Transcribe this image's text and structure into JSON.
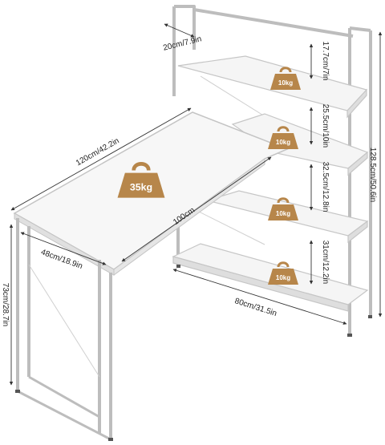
{
  "dimensions": {
    "shelf_depth": "20cm/7.9in",
    "gap_top": "17.7cm/7in",
    "gap_second": "25.5cm/10in",
    "gap_third": "32.5cm/12.8in",
    "gap_bottom": "31cm/12.2in",
    "total_height": "128.5cm/50.6in",
    "desk_length": "120cm/42.2in",
    "desk_inner_length": "100cm",
    "desk_width": "48cm/18.9in",
    "desk_height": "73cm/28.7in",
    "shelf_width": "80cm/31.5in"
  },
  "weights": {
    "desk": "35kg",
    "shelf_1": "10kg",
    "shelf_2": "10kg",
    "shelf_3": "10kg",
    "shelf_4": "10kg"
  },
  "colors": {
    "frame": "#b9b9b9",
    "panel": "#f4f4f4",
    "weight_badge": "#b7864a",
    "dimension_line": "#333333"
  }
}
